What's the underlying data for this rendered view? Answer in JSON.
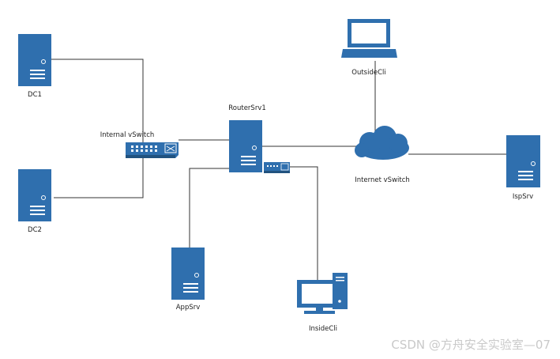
{
  "colors": {
    "device": "#2F6FAE",
    "device_dark": "#21527f",
    "line": "#333333",
    "watermark": "#c9c9c9"
  },
  "nodes": {
    "dc1": {
      "label": "DC1",
      "icon": "server-icon"
    },
    "dc2": {
      "label": "DC2",
      "icon": "server-icon"
    },
    "internal_switch": {
      "label": "Internal vSwitch",
      "icon": "network-switch-icon"
    },
    "router": {
      "label": "RouterSrv1",
      "icon": "server-icon"
    },
    "router_adapter": {
      "icon": "network-adapter-icon"
    },
    "internet": {
      "label": "Internet vSwitch",
      "icon": "cloud-icon"
    },
    "outside": {
      "label": "OutsideCli",
      "icon": "laptop-icon"
    },
    "isp": {
      "label": "IspSrv",
      "icon": "server-icon"
    },
    "app": {
      "label": "AppSrv",
      "icon": "server-icon"
    },
    "inside": {
      "label": "InsideCli",
      "icon": "desktop-computer-icon"
    }
  },
  "watermark": "CSDN @方舟安全实验室—07"
}
